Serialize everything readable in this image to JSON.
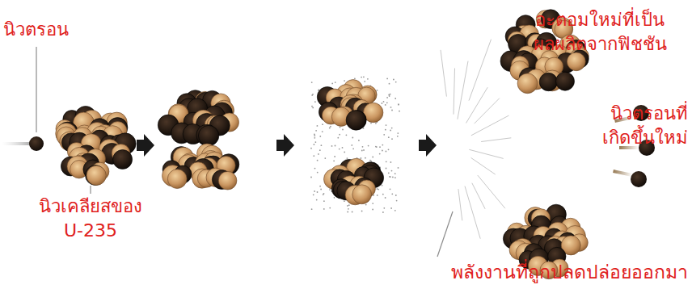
{
  "diagram": {
    "labels": [
      "นิวตรอน",
      "นิวเคลียสของ U-235",
      "อะตอมใหม่ที่เป็น ผลผลิตจากฟิชชัน",
      "นิวตรอนที่ เกิดขึ้นใหม่",
      "พลังงานที่ถูกปลดปล่อยออกมา"
    ]
  }
}
